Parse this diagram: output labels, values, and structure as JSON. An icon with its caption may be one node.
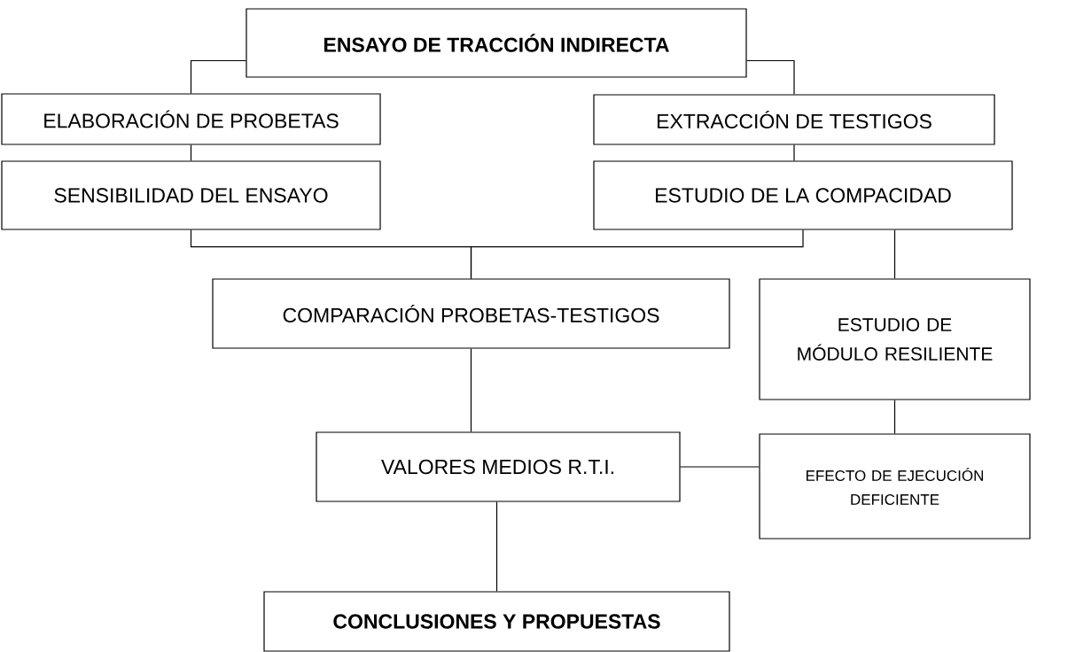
{
  "diagram": {
    "nodes": [
      {
        "text": [
          "ENSAYO DE TRACCIÓN INDIRECTA"
        ]
      },
      {
        "text": [
          "ELABORACIÓN DE PROBETAS"
        ]
      },
      {
        "text": [
          "EXTRACCIÓN DE TESTIGOS"
        ]
      },
      {
        "text": [
          "SENSIBILIDAD DEL ENSAYO"
        ]
      },
      {
        "text": [
          "ESTUDIO DE LA COMPACIDAD"
        ]
      },
      {
        "text": [
          "COMPARACIÓN PROBETAS-TESTIGOS"
        ]
      },
      {
        "text": [
          "ESTUDIO DE MÓDULO RESILIENTE"
        ]
      },
      {
        "text": [
          "VALORES MEDIOS R.T.I."
        ]
      },
      {
        "text": [
          "EFECTO DE EJECUCIÓN DEFICIENTE"
        ]
      },
      {
        "text": [
          "CONCLUSIONES Y PROPUESTAS"
        ]
      }
    ],
    "edges": [
      {
        "from": 0,
        "to": 1,
        "arrow": "none"
      },
      {
        "from": 0,
        "to": 2,
        "arrow": "none"
      },
      {
        "from": 1,
        "to": 3,
        "arrow": "none"
      },
      {
        "from": 2,
        "to": 4,
        "arrow": "none"
      },
      {
        "from": 3,
        "to": 5,
        "arrow": "none"
      },
      {
        "from": 4,
        "to": 5,
        "arrow": "none"
      },
      {
        "from": 4,
        "to": 6,
        "arrow": "none"
      },
      {
        "from": 5,
        "to": 7,
        "arrow": "none"
      },
      {
        "from": 6,
        "to": 8,
        "arrow": "none"
      },
      {
        "from": 7,
        "to": 8,
        "arrow": "none"
      },
      {
        "from": 7,
        "to": 9,
        "arrow": "none"
      }
    ]
  }
}
